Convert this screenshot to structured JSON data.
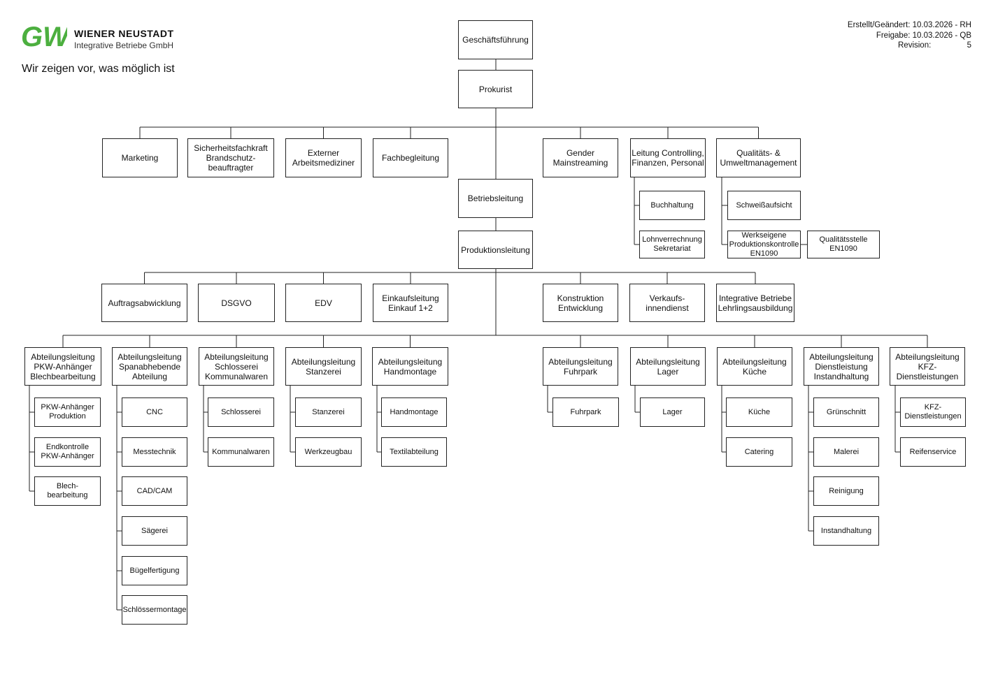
{
  "header": {
    "brand": "WIENER NEUSTADT",
    "brand_sub": "Integrative Betriebe GmbH",
    "logo_text": "GW",
    "slogan": "Wir zeigen vor, was möglich ist",
    "created": "Erstellt/Geändert: 10.03.2026 - RH",
    "release": "Freigabe: 10.03.2026 - QB",
    "revision_label": "Revision:",
    "revision_value": "5",
    "brand_color": "#4caf3f"
  },
  "units": {
    "gf": "Geschäftsführung",
    "prok": "Prokurist",
    "marketing": "Marketing",
    "sifa": "Sicherheitsfachkraft\nBrandschutz-\nbeauftragter",
    "arzt": "Externer\nArbeitsmediziner",
    "fach": "Fachbegleitung",
    "gender": "Gender\nMainstreaming",
    "controlling": "Leitung Controlling,\nFinanzen, Personal",
    "qual": "Qualitäts- &\nUmweltmanagement",
    "betr": "Betriebsleitung",
    "prod": "Produktionsleitung",
    "buch": "Buchhaltung",
    "lohn": "Lohnverrechnung\nSekretariat",
    "schweiss": "Schweißaufsicht",
    "wpk": "Werkseigene\nProduktionskontrolle\nEN1090",
    "qstelle": "Qualitätsstelle\nEN1090",
    "auftrag": "Auftragsabwicklung",
    "dsgvo": "DSGVO",
    "edv": "EDV",
    "einkauf": "Einkaufsleitung\nEinkauf 1+2",
    "konst": "Konstruktion\nEntwicklung",
    "verkauf": "Verkaufs-\ninnendienst",
    "integr": "Integrative Betriebe\nLehrlingsausbildung",
    "al_pkw": "Abteilungsleitung\nPKW-Anhänger\nBlechbearbeitung",
    "al_span": "Abteilungsleitung\nSpanabhebende\nAbteilung",
    "al_schloss": "Abteilungsleitung\nSchlosserei\nKommunalwaren",
    "al_stanz": "Abteilungsleitung\nStanzerei",
    "al_hand": "Abteilungsleitung\nHandmontage",
    "al_fuhr": "Abteilungsleitung\nFuhrpark",
    "al_lager": "Abteilungsleitung\nLager",
    "al_kueche": "Abteilungsleitung\nKüche",
    "al_dienst": "Abteilungsleitung\nDienstleistung\nInstandhaltung",
    "al_kfz": "Abteilungsleitung\nKFZ-\nDienstleistungen",
    "pkw1": "PKW-Anhänger\nProduktion",
    "pkw2": "Endkontrolle\nPKW-Anhänger",
    "pkw3": "Blech-\nbearbeitung",
    "sp1": "CNC",
    "sp2": "Messtechnik",
    "sp3": "CAD/CAM",
    "sp4": "Sägerei",
    "sp5": "Bügelfertigung",
    "sp6": "Schlössermontage",
    "sc1": "Schlosserei",
    "sc2": "Kommunalwaren",
    "st1": "Stanzerei",
    "st2": "Werkzeugbau",
    "ha1": "Handmontage",
    "ha2": "Textilabteilung",
    "fu1": "Fuhrpark",
    "la1": "Lager",
    "ku1": "Küche",
    "ku2": "Catering",
    "di1": "Grünschnitt",
    "di2": "Malerei",
    "di3": "Reinigung",
    "di4": "Instandhaltung",
    "kf1": "KFZ-\nDienstleistungen",
    "kf2": "Reifenservice"
  }
}
